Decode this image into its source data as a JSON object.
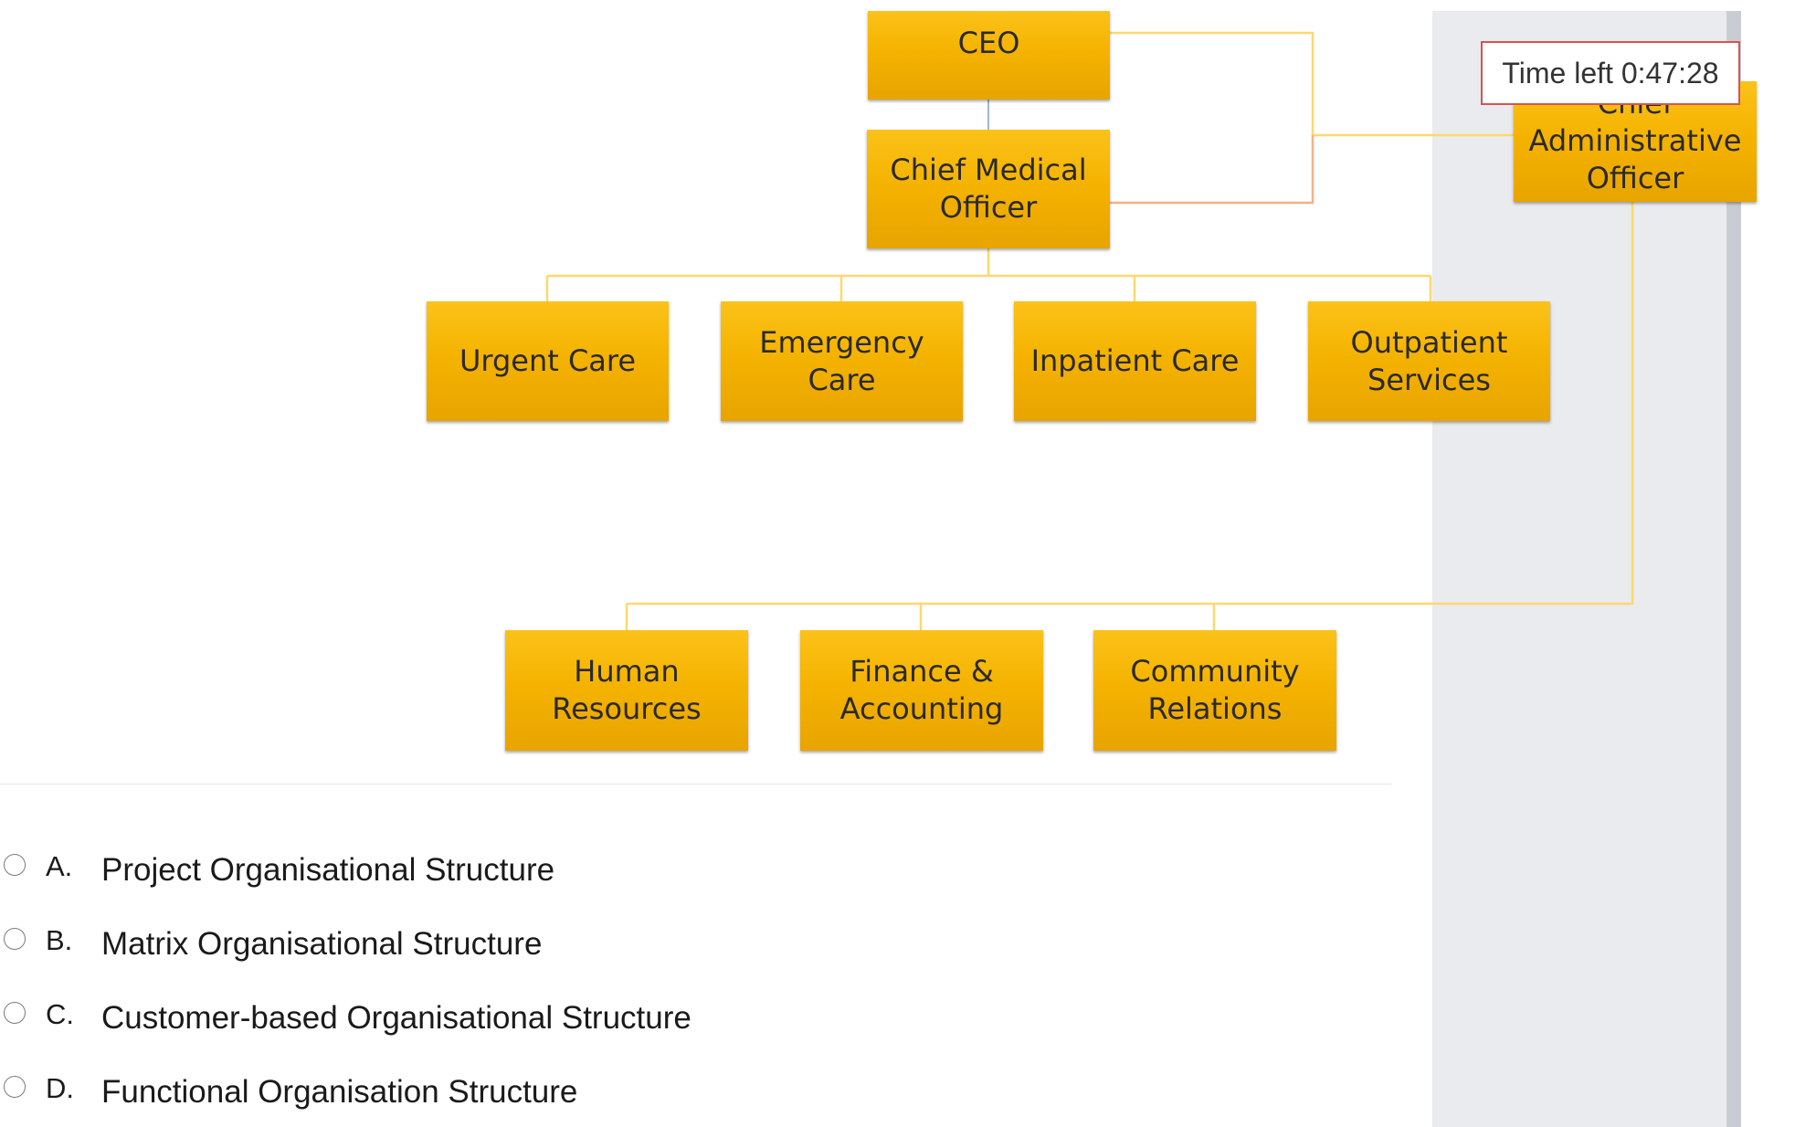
{
  "org_chart": {
    "ceo": "CEO",
    "chief_medical_officer": "Chief Medical\nOfficer",
    "chief_administrative_officer": "Chief\nAdministrative\nOfficer",
    "medical_departments": [
      "Urgent Care",
      "Emergency Care",
      "Inpatient Care",
      "Outpatient\nServices"
    ],
    "administrative_departments": [
      "Human\nResources",
      "Finance &\nAccounting",
      "Community\nRelations"
    ]
  },
  "timer": {
    "text": "Time left 0:47:28"
  },
  "options": [
    {
      "letter": "A.",
      "text": "Project Organisational Structure"
    },
    {
      "letter": "B.",
      "text": "Matrix Organisational Structure"
    },
    {
      "letter": "C.",
      "text": "Customer-based Organisational Structure"
    },
    {
      "letter": "D.",
      "text": "Functional Organisation Structure"
    }
  ],
  "colors": {
    "box_fill": "#f5b300",
    "connector": "#fcd86e",
    "connector_orange": "#f4b183",
    "connector_blue": "#9db4d8",
    "timer_border": "#d9534f",
    "side_panel": "#e9ebee"
  }
}
